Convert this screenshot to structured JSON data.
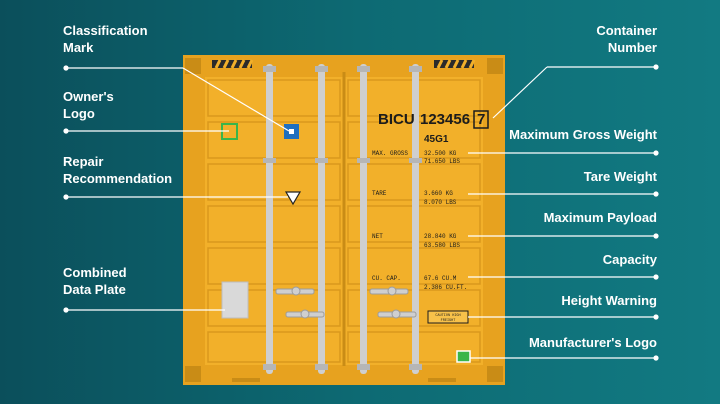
{
  "left_labels": [
    {
      "line1": "Classification",
      "line2": "Mark"
    },
    {
      "line1": "Owner's",
      "line2": "Logo"
    },
    {
      "line1": "Repair",
      "line2": "Recommendation"
    },
    {
      "line1": "Combined",
      "line2": "Data Plate"
    }
  ],
  "right_labels": [
    {
      "line1": "Container",
      "line2": "Number"
    },
    {
      "line1": "Maximum Gross Weight"
    },
    {
      "line1": "Tare Weight"
    },
    {
      "line1": "Maximum Payload"
    },
    {
      "line1": "Capacity"
    },
    {
      "line1": "Height Warning"
    },
    {
      "line1": "Manufacturer's Logo"
    }
  ],
  "container": {
    "prefix": "BICU",
    "serial": "123456",
    "check_digit": "7",
    "iso_code": "45G1",
    "max_gross_label": "MAX. GROSS",
    "max_gross_kg": "32.500 KG",
    "max_gross_lbs": "71.650 LBS",
    "tare_label": "TARE",
    "tare_kg": "3.660 KG",
    "tare_lbs": "8.070 LBS",
    "net_label": "NET",
    "net_kg": "28.840 KG",
    "net_lbs": "63.580 LBS",
    "capacity_label": "CU. CAP.",
    "capacity_m3": "67.6 CU.M",
    "capacity_ft3": "2.386 CU.FT.",
    "height_warning_line1": "CAUTION HIGH",
    "height_warning_line2": "FREIGHT"
  },
  "colors": {
    "container_body": "#f2b02a",
    "container_dark": "#c98c16",
    "owner_logo": "#3ab54a",
    "classification_mark": "#1e6fbf",
    "leader_line": "#ffffff"
  }
}
